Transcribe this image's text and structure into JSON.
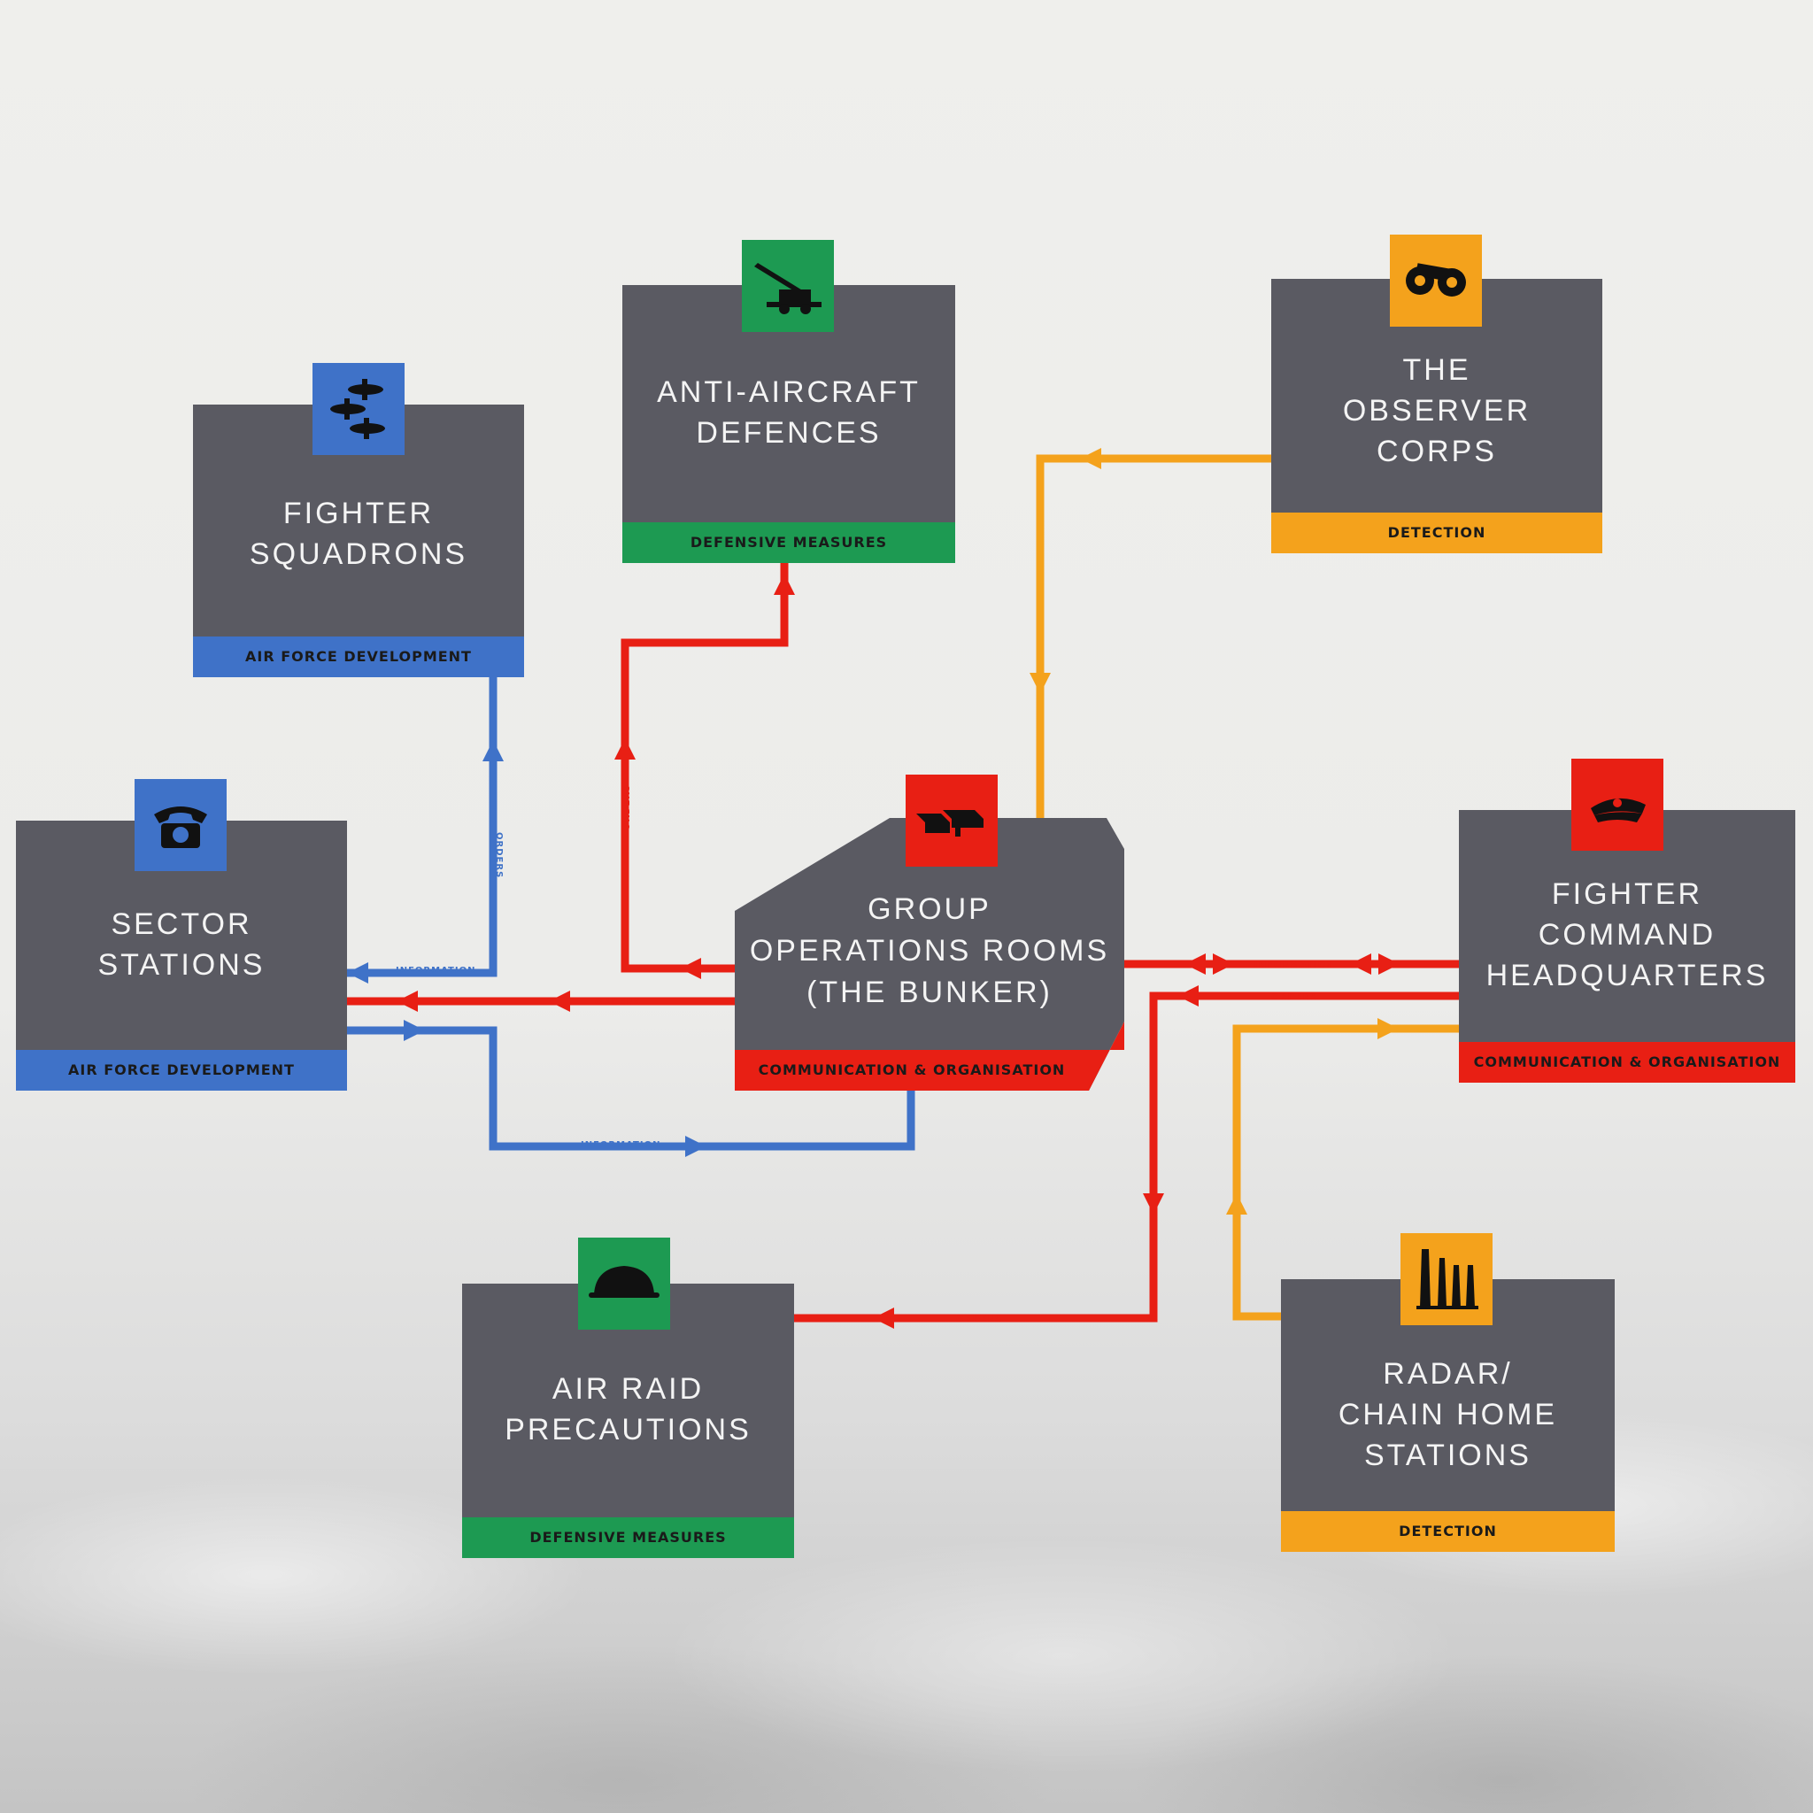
{
  "colors": {
    "node_body": "#5a5a62",
    "air_force_development": "#3f72c8",
    "defensive_measures": "#1d9a52",
    "detection": "#f4a21c",
    "communication_organisation": "#e81f14"
  },
  "nodes": {
    "fighter_squadrons": {
      "title": "FIGHTER\nSQUADRONS",
      "band": "AIR FORCE DEVELOPMENT",
      "icon": "aircraft-icon"
    },
    "anti_aircraft": {
      "title": "ANTI-AIRCRAFT\nDEFENCES",
      "band": "DEFENSIVE MEASURES",
      "icon": "artillery-gun-icon"
    },
    "observer_corps": {
      "title": "THE\nOBSERVER\nCORPS",
      "band": "DETECTION",
      "icon": "binoculars-icon"
    },
    "sector_stations": {
      "title": "SECTOR\nSTATIONS",
      "band": "AIR FORCE DEVELOPMENT",
      "icon": "telephone-icon"
    },
    "group_operations": {
      "title": "GROUP\nOPERATIONS ROOMS\n(THE BUNKER)",
      "band": "COMMUNICATION & ORGANISATION",
      "icon": "plotting-table-icon"
    },
    "fighter_command": {
      "title": "FIGHTER\nCOMMAND\nHEADQUARTERS",
      "band": "COMMUNICATION & ORGANISATION",
      "icon": "officer-cap-icon"
    },
    "air_raid_precautions": {
      "title": "AIR RAID\nPRECAUTIONS",
      "band": "DEFENSIVE MEASURES",
      "icon": "helmet-icon"
    },
    "radar": {
      "title": "RADAR/\nCHAIN HOME\nSTATIONS",
      "band": "DETECTION",
      "icon": "radar-towers-icon"
    }
  },
  "connector_labels": {
    "orders": "ORDERS",
    "information": "INFORMATION"
  }
}
